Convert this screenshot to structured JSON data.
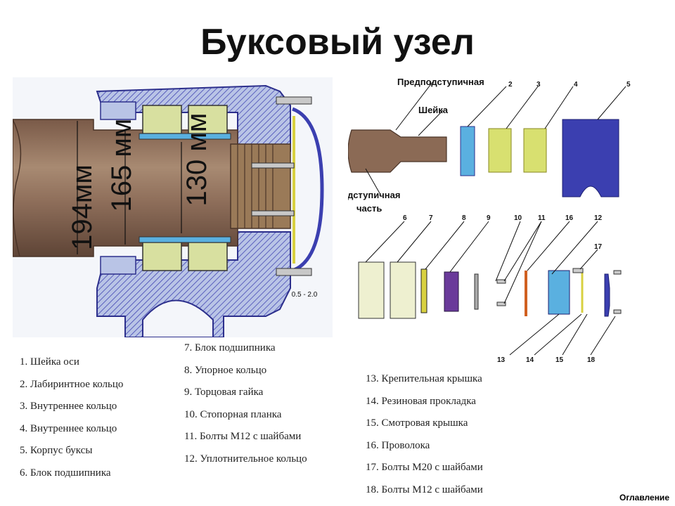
{
  "title": "Буксовый узел",
  "cross_section": {
    "dimensions": [
      "194мм",
      "165 мм",
      "130 мм"
    ],
    "gap_label": "0.5 - 2.0"
  },
  "exploded": {
    "labels": {
      "predpodstupichnaya": "Предподступичная",
      "sheyka": "Шейка",
      "podstupichnaya_1": "Подступичная",
      "podstupichnaya_2": "часть"
    },
    "numbers": [
      "2",
      "3",
      "4",
      "5",
      "6",
      "7",
      "8",
      "9",
      "10",
      "11",
      "16",
      "12",
      "17",
      "13",
      "14",
      "15",
      "18"
    ]
  },
  "legend": {
    "col1": [
      "1. Шейка оси",
      "2. Лабиринтное кольцо",
      "3. Внутреннее кольцо",
      "4. Внутреннее кольцо",
      "5. Корпус буксы",
      "6. Блок подшипника"
    ],
    "col2": [
      "7. Блок подшипника",
      "8. Упорное кольцо",
      "9. Торцовая гайка",
      "10. Стопорная планка",
      "11. Болты М12 с шайбами",
      "12. Уплотнительное кольцо"
    ],
    "col3": [
      "13. Крепительная крышка",
      "14. Резиновая прокладка",
      "15. Смотровая крышка",
      "16. Проволока",
      "17. Болты М20 с шайбами",
      "18. Болты М12 с шайбами"
    ]
  },
  "nav": {
    "contents_link": "Оглавление"
  },
  "colors": {
    "housing": "#3b3fb0",
    "housing_light": "#b9c4e6",
    "axle": "#8b6a55",
    "bearing": "#d8e0a0",
    "bearing_blue": "#5ab0e0"
  }
}
